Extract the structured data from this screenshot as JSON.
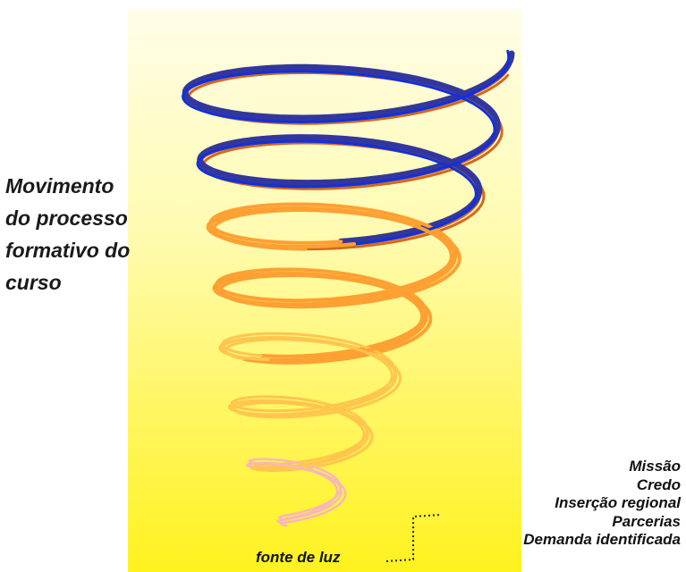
{
  "title_lines": [
    "Movimento",
    "do processo",
    "formativo do",
    "curso"
  ],
  "right_items": [
    "Missão",
    "Credo",
    "Inserção regional",
    "Parcerias",
    "Demanda identificada"
  ],
  "light_source_label": "fonte de luz",
  "colors": {
    "navy": "#33379b",
    "blue": "#1030e0",
    "dark_orange": "#d2691e",
    "orange": "#ffa033",
    "light_orange": "#ffc64d",
    "pink": "#f7b8b8",
    "panel_top": "#fffde8",
    "panel_bottom": "#fff21e"
  }
}
